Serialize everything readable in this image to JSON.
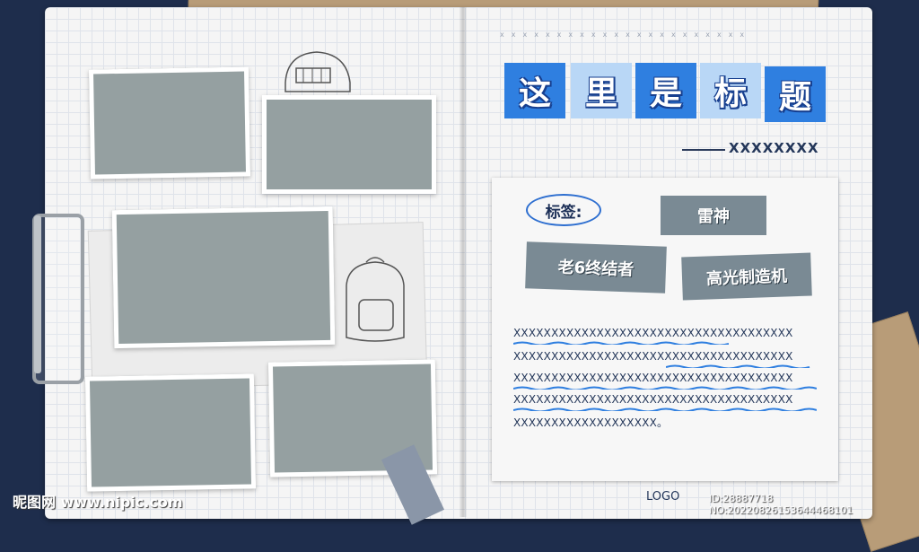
{
  "title": {
    "chars": [
      "这",
      "里",
      "是",
      "标",
      "题"
    ],
    "tile_colors": [
      "#2f7fe0",
      "#b9d7f6",
      "#2f7fe0",
      "#b9d7f6",
      "#2f7fe0"
    ]
  },
  "subtitle": "XXXXXXXX",
  "tags": {
    "label": "标签:",
    "items": [
      "雷神",
      "老6终结者",
      "高光制造机"
    ]
  },
  "body_lines": [
    "XXXXXXXXXXXXXXXXXXXXXXXXXXXXXXXXXXXXX",
    "XXXXXXXXXXXXXXXXXXXXXXXXXXXXXXXXXXXXX",
    "XXXXXXXXXXXXXXXXXXXXXXXXXXXXXXXXXXXXX",
    "XXXXXXXXXXXXXXXXXXXXXXXXXXXXXXXXXXXXX",
    "XXXXXXXXXXXXXXXXXXX。"
  ],
  "logo": "LOGO",
  "watermark": {
    "left": "昵图网 www.nipic.com",
    "right": "ID:28887718 NO:20220826153644468101"
  },
  "x_marks": "xxxxxxxxxxxxxxxxxxxxxx",
  "colors": {
    "background": "#1e2d4c",
    "accent": "#2f7fe0",
    "accent_light": "#b9d7f6",
    "photo_placeholder": "#95a0a1"
  },
  "icons": [
    "helmet-sketch-icon",
    "backpack-sketch-icon",
    "binder-clip-icon"
  ]
}
